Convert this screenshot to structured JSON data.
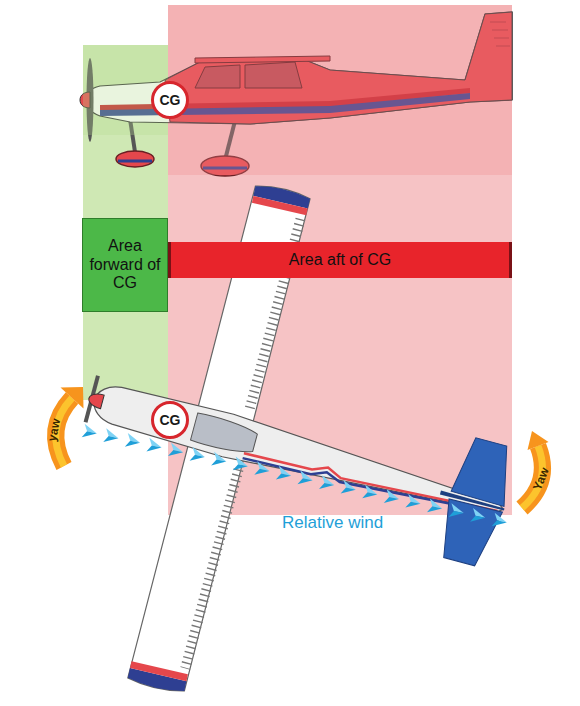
{
  "diagram": {
    "nodes": [
      {
        "text": [
          "CG"
        ]
      },
      {
        "text": [
          "Area forward of CG"
        ]
      },
      {
        "text": [
          "Area aft of CG"
        ]
      },
      {
        "text": [
          "CG"
        ]
      }
    ],
    "labels": [
      "yaw",
      "Yaw",
      "Relative wind"
    ]
  }
}
